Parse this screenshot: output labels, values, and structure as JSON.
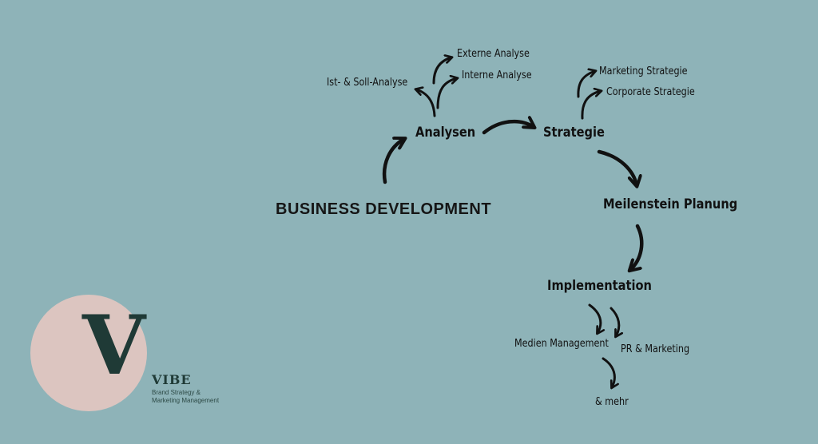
{
  "diagram": {
    "title": "BUSINESS DEVELOPMENT",
    "nodes": {
      "analysen": "Analysen",
      "strategie": "Strategie",
      "meilenstein": "Meilenstein Planung",
      "implementation": "Implementation"
    },
    "branches": {
      "externe_analyse": "Externe Analyse",
      "interne_analyse": "Interne Analyse",
      "ist_soll_analyse": "Ist- & Soll-Analyse",
      "marketing_strategie": "Marketing Strategie",
      "corporate_strategie": "Corporate Strategie",
      "medien_management": "Medien Management",
      "pr_marketing": "PR & Marketing",
      "mehr": "& mehr"
    }
  },
  "logo": {
    "letter": "V",
    "name": "VIBE",
    "tagline_line1": "Brand Strategy &",
    "tagline_line2": "Marketing Management"
  },
  "colors": {
    "background": "#8eb3b8",
    "logo_circle": "#dcc5c0",
    "logo_text": "#1f3a36",
    "ink": "#111111"
  }
}
